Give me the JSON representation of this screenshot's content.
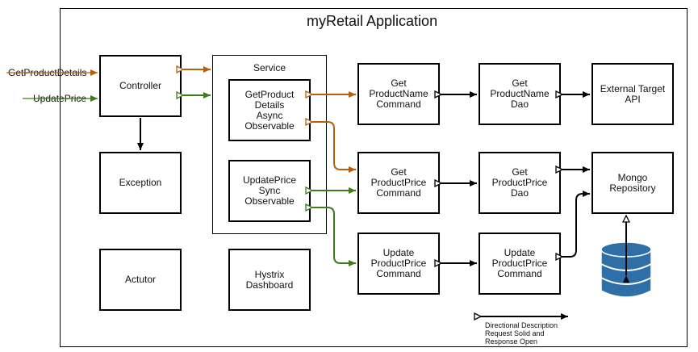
{
  "title": "myRetail Application",
  "external": {
    "get_product_details": "GetProductDetails",
    "update_price": "UpdatePrice"
  },
  "boxes": {
    "controller": "Controller",
    "exception": "Exception",
    "actutor": "Actutor",
    "service": "Service",
    "get_product_async": "GetProduct\nDetails\nAsync\nObservable",
    "update_price_sync": "UpdatePrice\nSync\nObservable",
    "hystrix": "Hystrix\nDashboard",
    "get_productname_command": "Get\nProductName\nCommand",
    "get_productname_dao": "Get\nProductName\nDao",
    "external_target_api": "External Target\nAPI",
    "get_productprice_command": "Get\nProductPrice\nCommand",
    "get_productprice_dao": "Get\nProductPrice\nDao",
    "mongo_repository": "Mongo\nRepository",
    "update_productprice_command": "Update\nProductPrice\nCommand",
    "update_productprice_command_2": "Update\nProductPrice\nCommand"
  },
  "legend": {
    "note": "Directional Description\nRequest Solid and\nResponse Open"
  },
  "colors": {
    "get_flow": "#b3610e",
    "update_flow": "#3f7a1c",
    "line": "#000000",
    "db_fill": "#2f6fa8"
  }
}
